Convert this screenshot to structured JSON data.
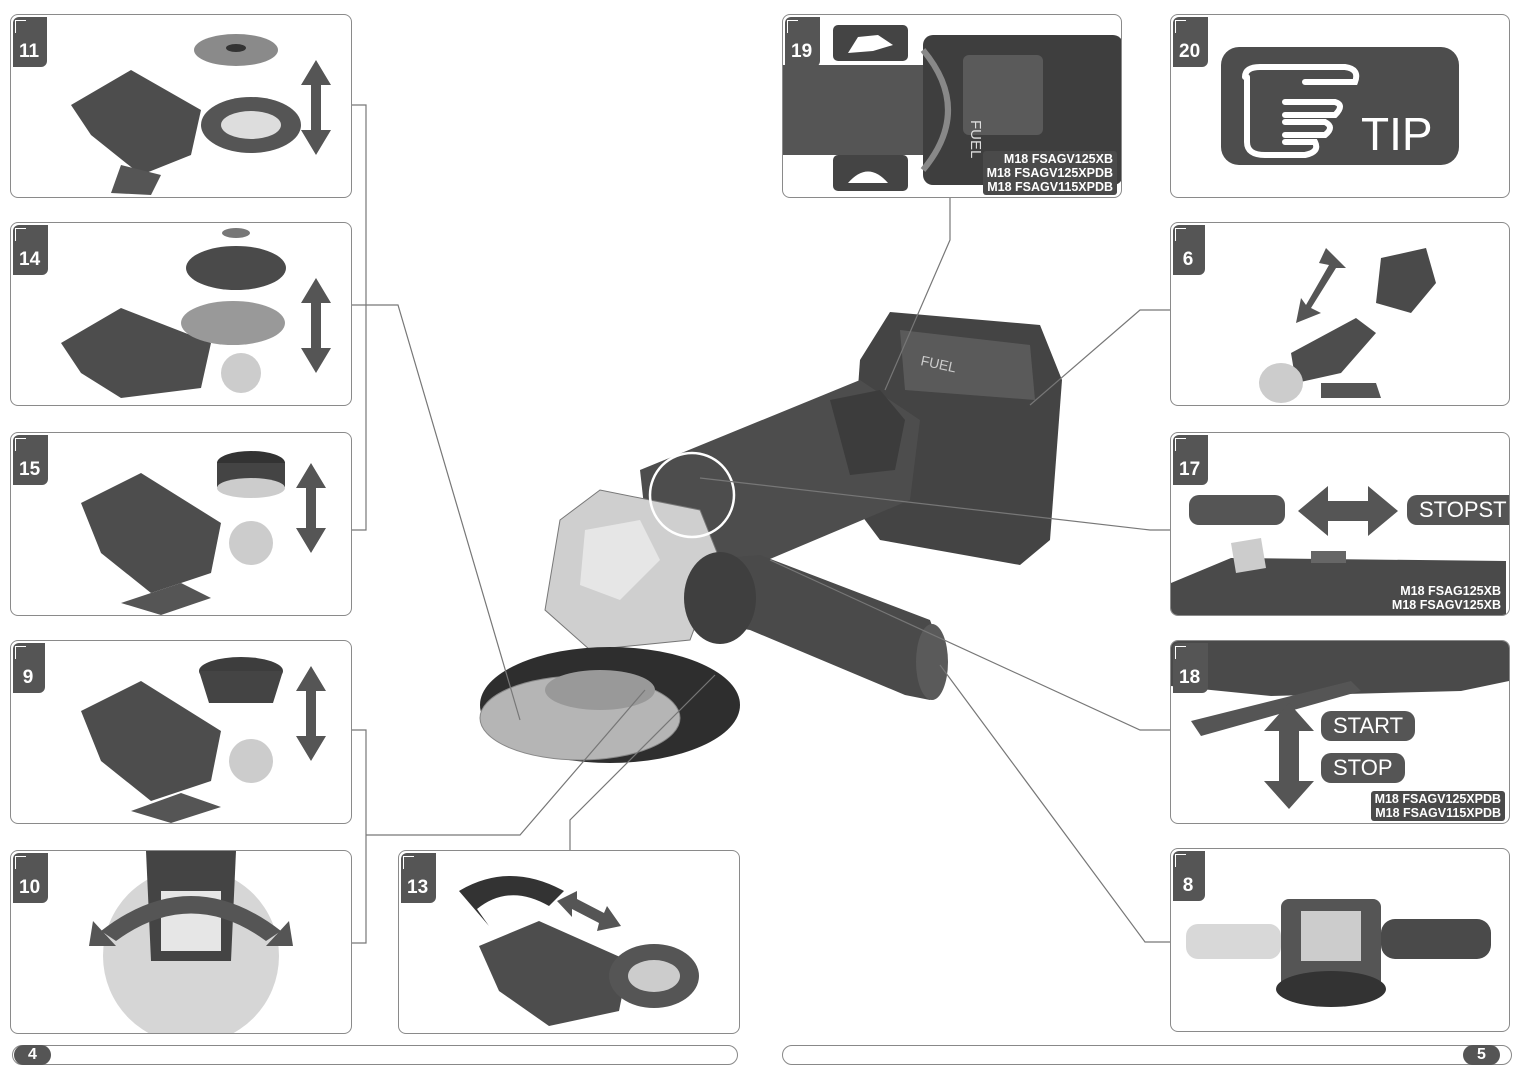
{
  "panels": {
    "p11": {
      "number": "11"
    },
    "p14": {
      "number": "14"
    },
    "p15": {
      "number": "15"
    },
    "p9": {
      "number": "9"
    },
    "p10": {
      "number": "10"
    },
    "p13": {
      "number": "13"
    },
    "p19": {
      "number": "19",
      "models": [
        "M18 FSAGV125XB",
        "M18 FSAGV125XPDB",
        "M18 FSAGV115XPDB"
      ],
      "brand_text": "FUEL"
    },
    "p20": {
      "number": "20",
      "tip_label": "TIP"
    },
    "p6": {
      "number": "6"
    },
    "p17": {
      "number": "17",
      "stop_label": "STOPST",
      "models": [
        "M18 FSAG125XB",
        "M18 FSAGV125XB"
      ]
    },
    "p18": {
      "number": "18",
      "start_label": "START",
      "stop_label": "STOP",
      "models": [
        "M18 FSAGV125XPDB",
        "M18 FSAGV115XPDB"
      ]
    },
    "p8": {
      "number": "8"
    }
  },
  "footer": {
    "left_page": "4",
    "right_page": "5"
  },
  "colors": {
    "dark": "#555555",
    "border": "#8a8a8a",
    "tool_body": "#4d4d4d",
    "tool_light": "#cfcfcf"
  }
}
